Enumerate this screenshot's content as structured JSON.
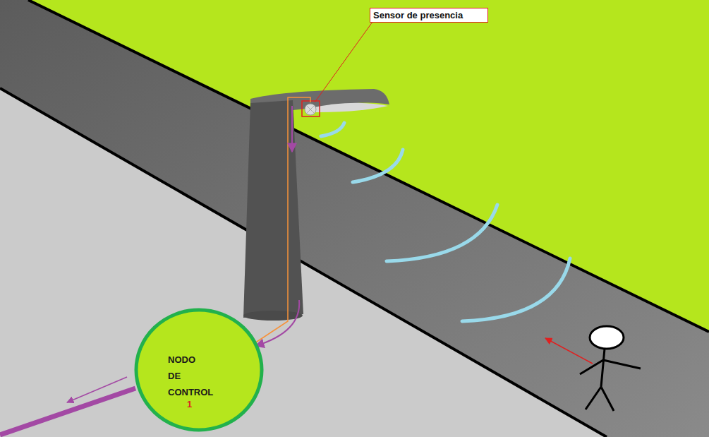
{
  "diagram": {
    "nodes": [
      {
        "text": [
          "Sensor de presencia"
        ]
      },
      {
        "text": [
          "NODO DE CONTROL",
          "1"
        ]
      }
    ]
  }
}
